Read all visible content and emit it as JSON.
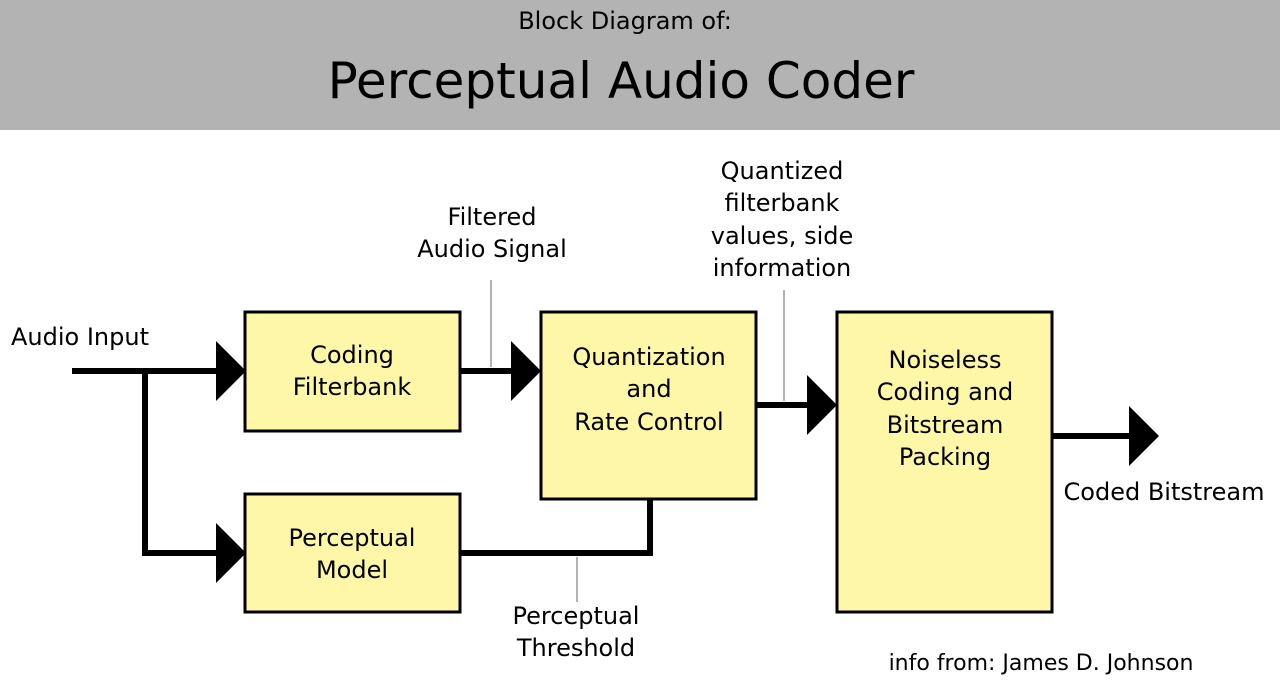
{
  "header": {
    "subtitle": "Block Diagram of:",
    "title": "Perceptual Audio Coder"
  },
  "blocks": {
    "coding_filterbank": [
      "Coding",
      "Filterbank"
    ],
    "perceptual_model": [
      "Perceptual",
      "Model"
    ],
    "quantization": [
      "Quantization",
      "and",
      "Rate Control"
    ],
    "noiseless": [
      "Noiseless",
      "Coding and",
      "Bitstream",
      "Packing"
    ]
  },
  "labels": {
    "audio_input": "Audio Input",
    "filtered_audio": [
      "Filtered",
      "Audio Signal"
    ],
    "quantized_values": [
      "Quantized",
      "filterbank",
      "values, side",
      "information"
    ],
    "perceptual_threshold": [
      "Perceptual",
      "Threshold"
    ],
    "coded_bitstream": "Coded Bitstream",
    "credit": "info from: James D. Johnson"
  },
  "colors": {
    "header_bg": "#b3b3b3",
    "block_fill": "#fff7a8",
    "line": "#000000",
    "leader": "#999999"
  }
}
